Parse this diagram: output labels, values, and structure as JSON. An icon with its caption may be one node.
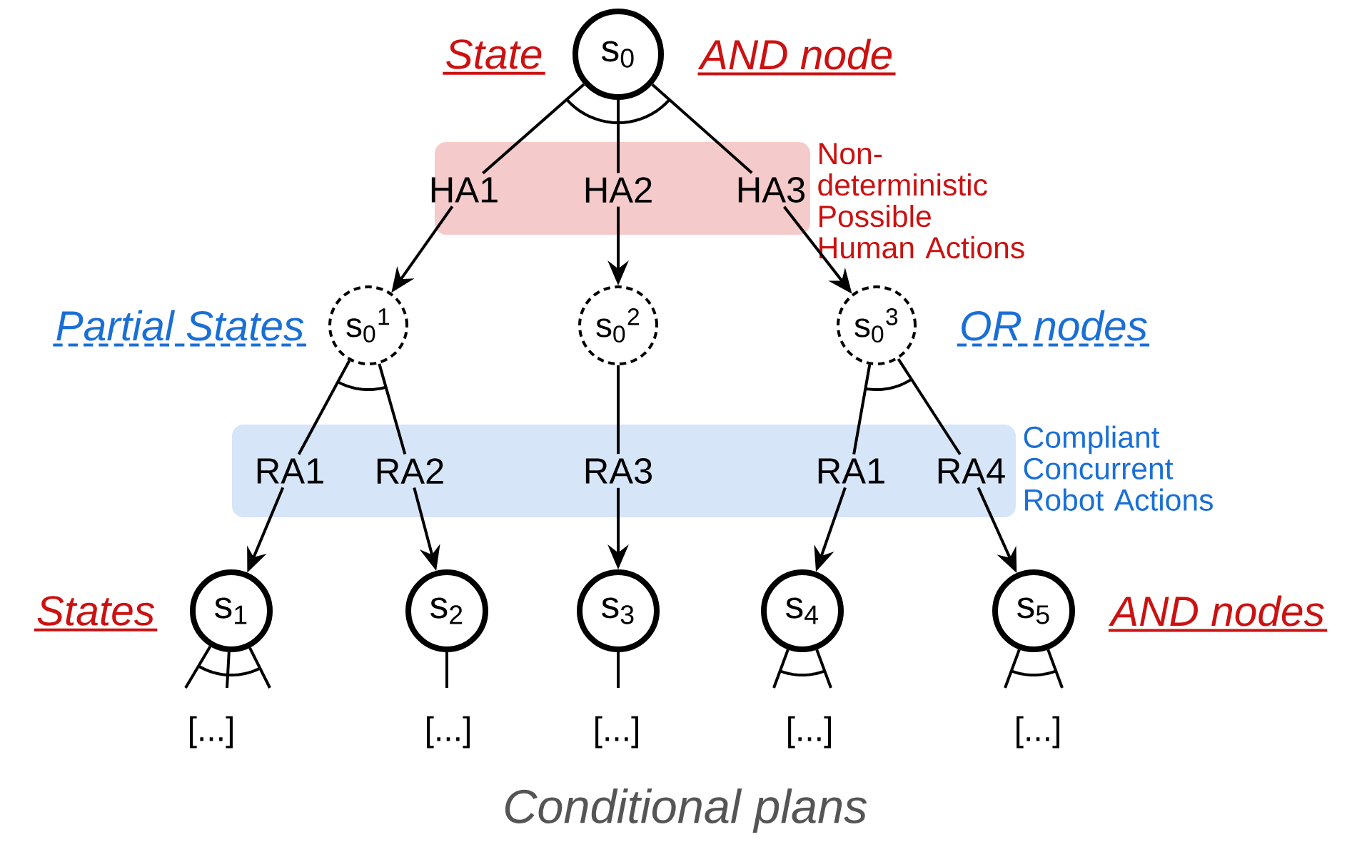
{
  "diagram": {
    "caption": "Conditional plans",
    "nodes": [
      {
        "text": [
          "s$_{0}$"
        ]
      },
      {
        "text": [
          "Non-deterministic Possible Human Actions"
        ]
      },
      {
        "text": [
          "HA1"
        ],
        "in": 1
      },
      {
        "text": [
          "HA2"
        ],
        "in": 1
      },
      {
        "text": [
          "HA3"
        ],
        "in": 1
      },
      {
        "text": [
          "s$_{0}$$^{1}$"
        ]
      },
      {
        "text": [
          "s$_{0}$$^{2}$"
        ]
      },
      {
        "text": [
          "s$_{0}$$^{3}$"
        ]
      },
      {
        "text": [
          "Compliant Concurrent Robot Actions"
        ]
      },
      {
        "text": [
          "RA1"
        ],
        "in": 8
      },
      {
        "text": [
          "RA2"
        ],
        "in": 8
      },
      {
        "text": [
          "RA3"
        ],
        "in": 8
      },
      {
        "text": [
          "RA1"
        ],
        "in": 8
      },
      {
        "text": [
          "RA4"
        ],
        "in": 8
      },
      {
        "text": [
          "s$_{1}$"
        ]
      },
      {
        "text": [
          "s$_{2}$"
        ]
      },
      {
        "text": [
          "s$_{3}$"
        ]
      },
      {
        "text": [
          "s$_{4}$"
        ]
      },
      {
        "text": [
          "s$_{5}$"
        ]
      }
    ],
    "edges": [
      {
        "from": 0,
        "to": 2,
        "arrow": "none"
      },
      {
        "from": 0,
        "to": 3,
        "arrow": "none"
      },
      {
        "from": 0,
        "to": 4,
        "arrow": "none"
      },
      {
        "from": 2,
        "to": 5,
        "arrow": "to"
      },
      {
        "from": 3,
        "to": 6,
        "arrow": "to"
      },
      {
        "from": 4,
        "to": 7,
        "arrow": "to"
      },
      {
        "from": 5,
        "to": 9,
        "arrow": "none"
      },
      {
        "from": 5,
        "to": 10,
        "arrow": "none"
      },
      {
        "from": 6,
        "to": 11,
        "arrow": "none"
      },
      {
        "from": 7,
        "to": 12,
        "arrow": "none"
      },
      {
        "from": 7,
        "to": 13,
        "arrow": "none"
      },
      {
        "from": 9,
        "to": 14,
        "arrow": "to"
      },
      {
        "from": 10,
        "to": 15,
        "arrow": "to"
      },
      {
        "from": 11,
        "to": 16,
        "arrow": "to"
      },
      {
        "from": 12,
        "to": 17,
        "arrow": "to"
      },
      {
        "from": 13,
        "to": 18,
        "arrow": "to"
      },
      {
        "from": 14,
        "to": null,
        "arrow": "none"
      },
      {
        "from": 14,
        "to": null,
        "arrow": "none"
      },
      {
        "from": 14,
        "to": null,
        "arrow": "none"
      },
      {
        "from": 15,
        "to": null,
        "arrow": "none"
      },
      {
        "from": 16,
        "to": null,
        "arrow": "none"
      },
      {
        "from": 17,
        "to": null,
        "arrow": "none"
      },
      {
        "from": 17,
        "to": null,
        "arrow": "none"
      },
      {
        "from": 18,
        "to": null,
        "arrow": "none"
      },
      {
        "from": 18,
        "to": null,
        "arrow": "none"
      }
    ],
    "labels": [
      "State",
      "AND node",
      "Partial States",
      "OR nodes",
      "States",
      "AND nodes",
      "[...]",
      "[...]",
      "[...]",
      "[...]",
      "[...]"
    ]
  }
}
